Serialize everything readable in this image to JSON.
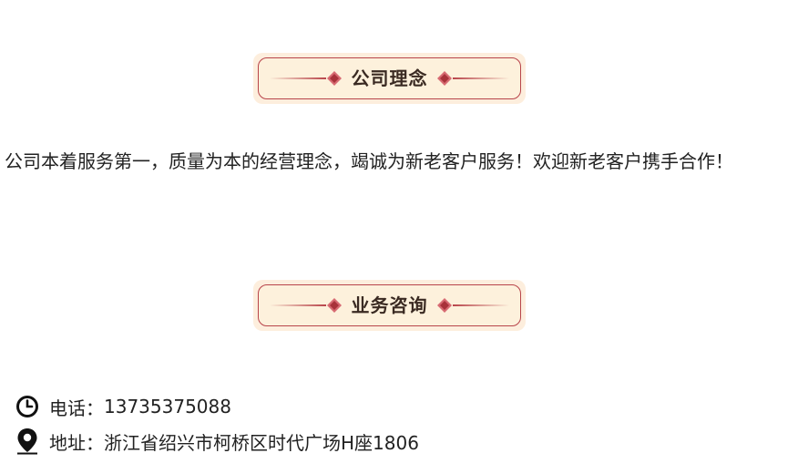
{
  "sections": {
    "philosophy": {
      "title": "公司理念",
      "text": "公司本着服务第一，质量为本的经营理念，竭诚为新老客户服务！欢迎新老客户携手合作！"
    },
    "consult": {
      "title": "业务咨询"
    }
  },
  "contact": {
    "phone_label": "电话：",
    "phone_value": "13735375088",
    "address_label": "地址：",
    "address_value": "浙江省绍兴市柯桥区时代广场H座1806",
    "phone_icon": "clock-icon",
    "address_icon": "map-pin-icon"
  },
  "colors": {
    "banner_bg": "#fdf1dc",
    "banner_border": "#b8444a",
    "diamond": "#b8444a"
  }
}
